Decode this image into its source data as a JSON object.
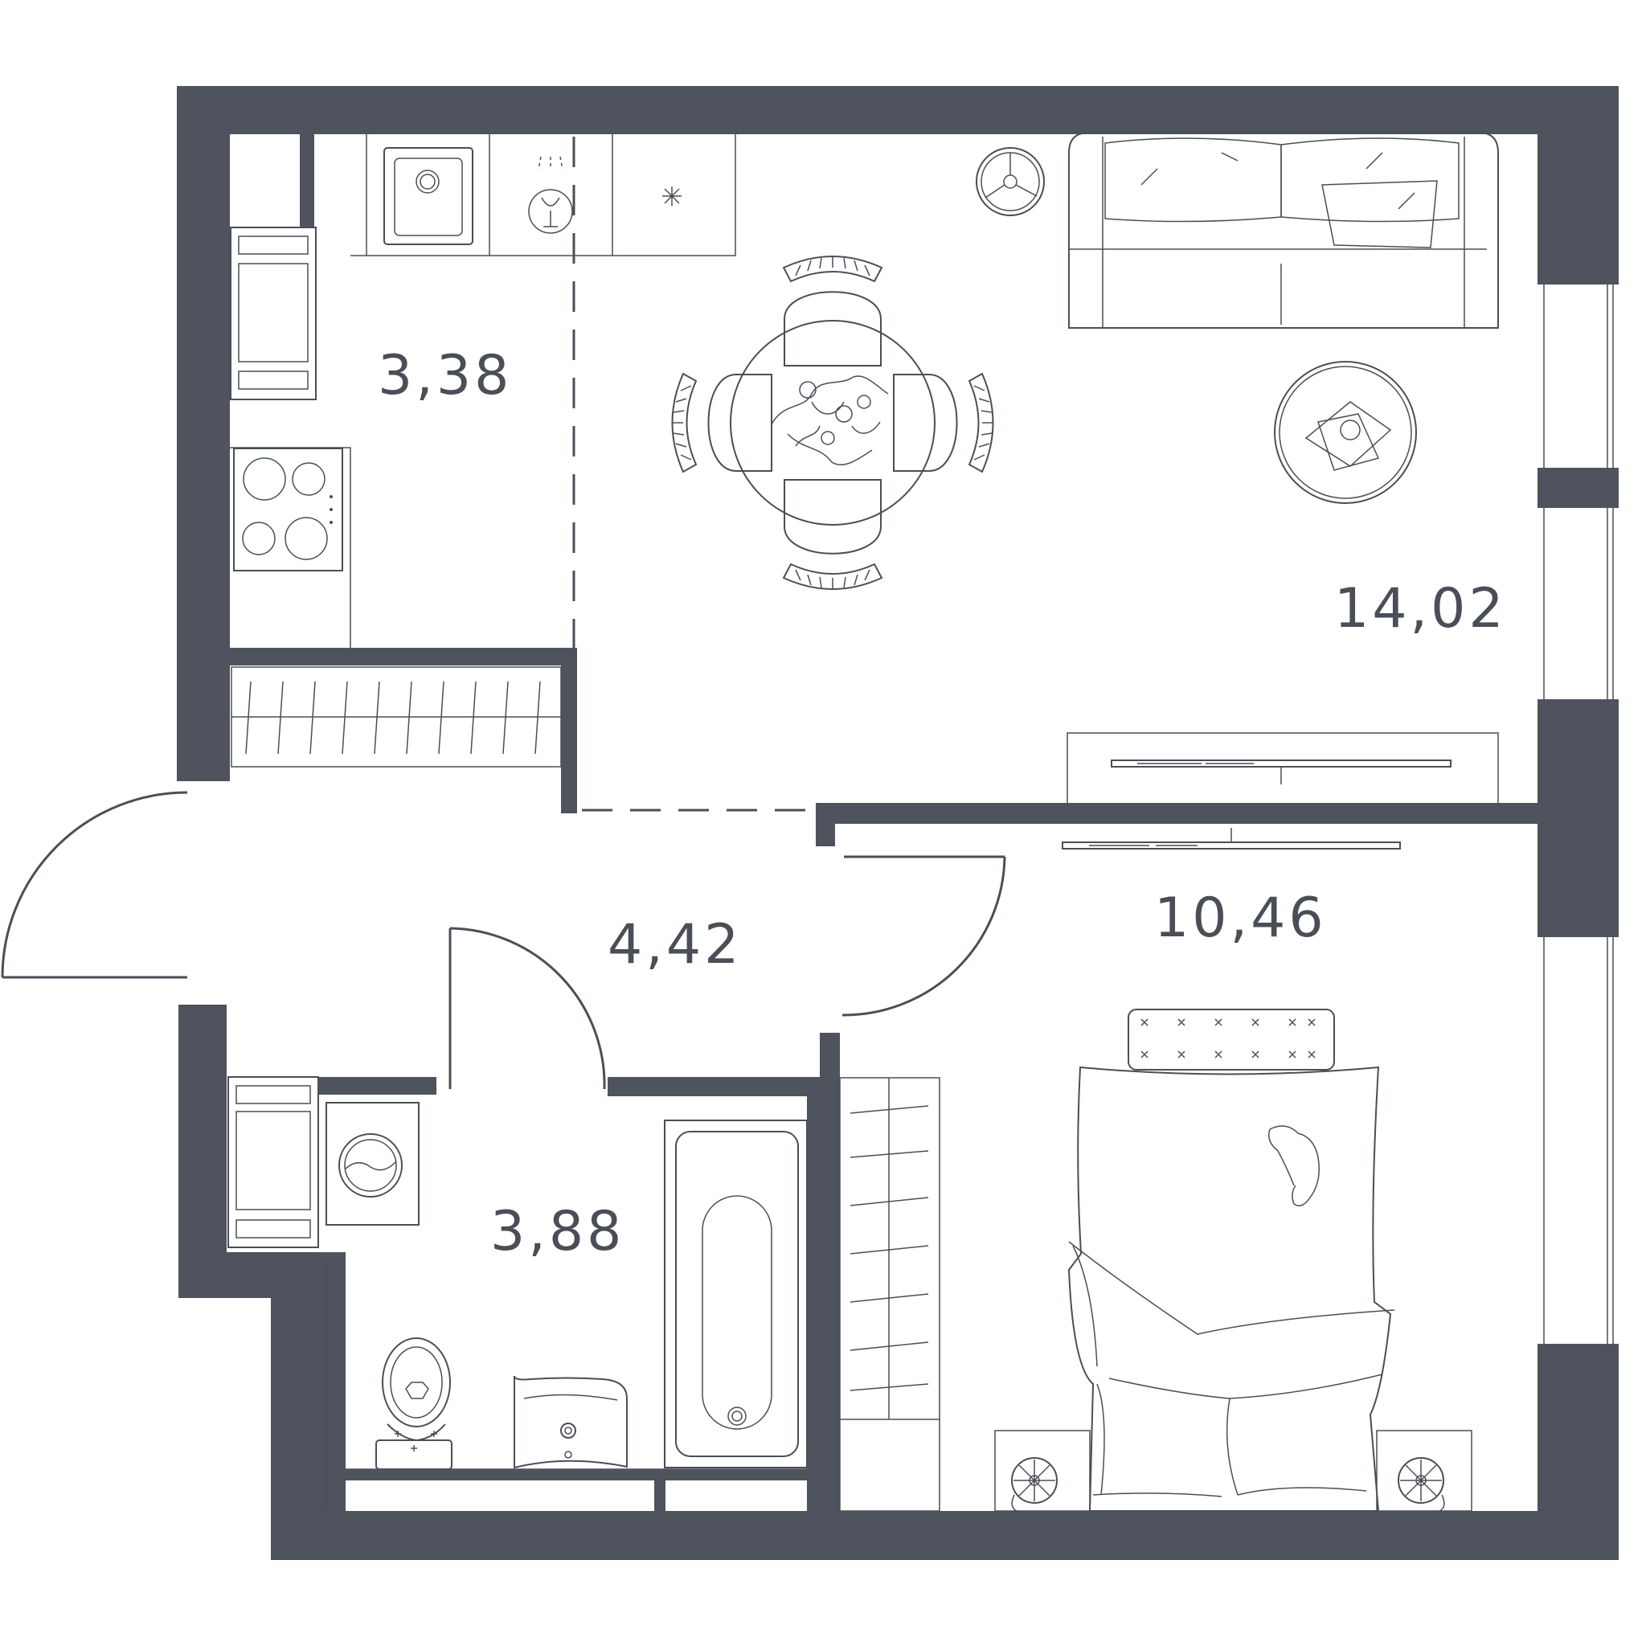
{
  "colors": {
    "wall": "#4f535d",
    "line": "#4a4e56"
  },
  "rooms": [
    {
      "id": "kitchen",
      "area": "3,38"
    },
    {
      "id": "living",
      "area": "14,02"
    },
    {
      "id": "hall",
      "area": "4,42"
    },
    {
      "id": "bedroom",
      "area": "10,46"
    },
    {
      "id": "bathroom",
      "area": "3,88"
    }
  ],
  "icons": [
    "sink-icon",
    "dishwasher-icon",
    "fridge-icon",
    "stove-icon",
    "table-icon",
    "chair-icon",
    "sofa-icon",
    "coffee-table-icon",
    "tv-icon",
    "bed-icon",
    "washing-machine-icon",
    "toilet-icon",
    "bathtub-icon",
    "washbasin-icon",
    "wardrobe-icon",
    "radiator-icon",
    "lamp-icon"
  ]
}
